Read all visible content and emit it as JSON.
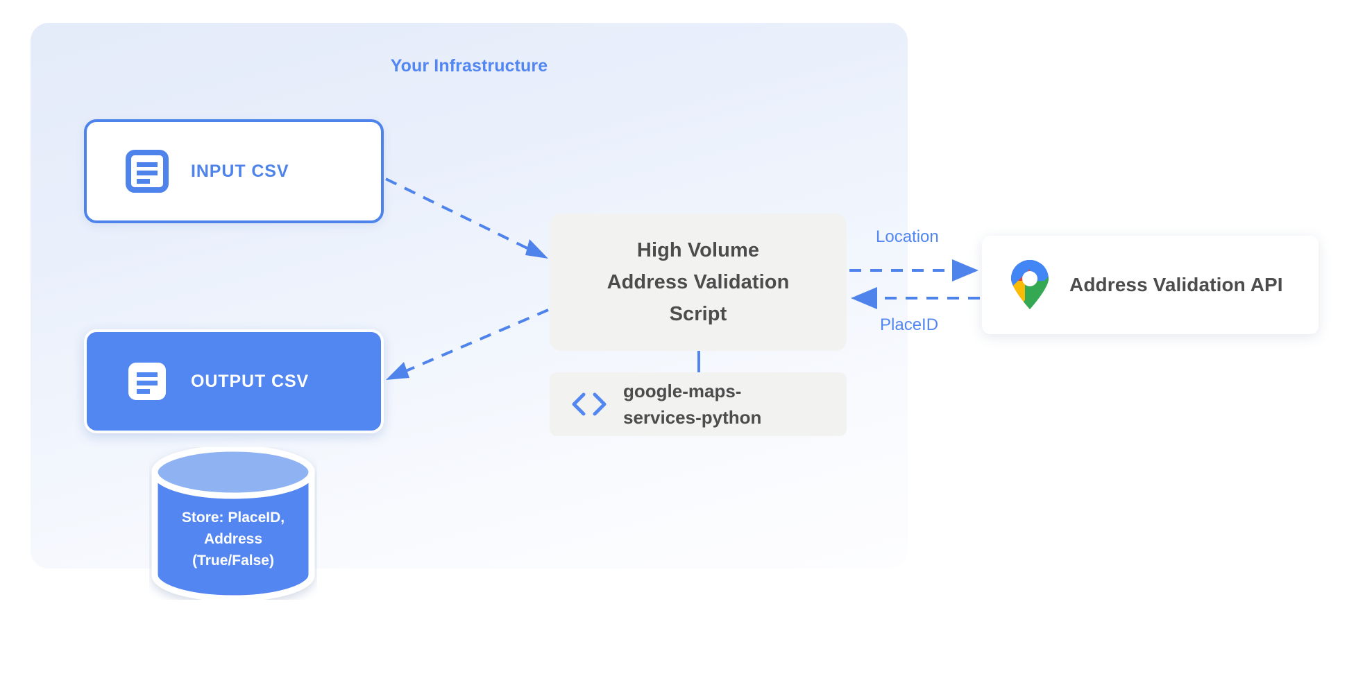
{
  "diagram": {
    "panel": {
      "title": "Your Infrastructure",
      "title_color": "#5286f0",
      "background_color": "#e9eff9"
    },
    "nodes": {
      "input_csv": {
        "label": "INPUT CSV",
        "icon": "document-icon",
        "fill": "#ffffff",
        "border_color": "#4e83ec",
        "text_color": "#4e83ec"
      },
      "output_csv": {
        "label": "OUTPUT CSV",
        "icon": "document-icon",
        "fill": "#5286f0",
        "border_color": "#ffffff",
        "text_color": "#ffffff"
      },
      "script": {
        "lines": [
          "High Volume",
          "Address Validation",
          "Script"
        ],
        "fill": "#f2f2f1",
        "text_color": "#4c4c4c"
      },
      "library": {
        "lines": [
          "google-maps-",
          "services-python"
        ],
        "icon": "code-icon",
        "icon_color": "#5286f0",
        "fill": "#f2f2f1",
        "text_color": "#4c4c4c"
      },
      "api": {
        "label": "Address Validation API",
        "icon": "google-maps-pin-icon",
        "fill": "#ffffff",
        "text_color": "#4c4c4c"
      },
      "database": {
        "lines": [
          "Store: PlaceID,",
          "Address",
          "(True/False)"
        ],
        "icon": "database-cylinder-icon",
        "body_color": "#5286f0",
        "top_color": "#8fb2f3",
        "text_color": "#ffffff"
      }
    },
    "edges": [
      {
        "name": "input-to-script",
        "label": "",
        "style": "dashed",
        "direction": "forward",
        "color": "#4e83ec"
      },
      {
        "name": "script-to-output",
        "label": "",
        "style": "dashed",
        "direction": "forward",
        "color": "#4e83ec"
      },
      {
        "name": "script-to-api",
        "label": "Location",
        "style": "dashed",
        "direction": "forward",
        "color": "#4e83ec"
      },
      {
        "name": "api-to-script",
        "label": "PlaceID",
        "style": "dashed",
        "direction": "forward",
        "color": "#4e83ec"
      },
      {
        "name": "script-to-library",
        "label": "",
        "style": "solid",
        "direction": "none",
        "color": "#5286f0"
      }
    ],
    "pin_colors": {
      "blue": "#4285f4",
      "red": "#e94335",
      "yellow": "#fabb05",
      "green": "#34a853"
    }
  }
}
